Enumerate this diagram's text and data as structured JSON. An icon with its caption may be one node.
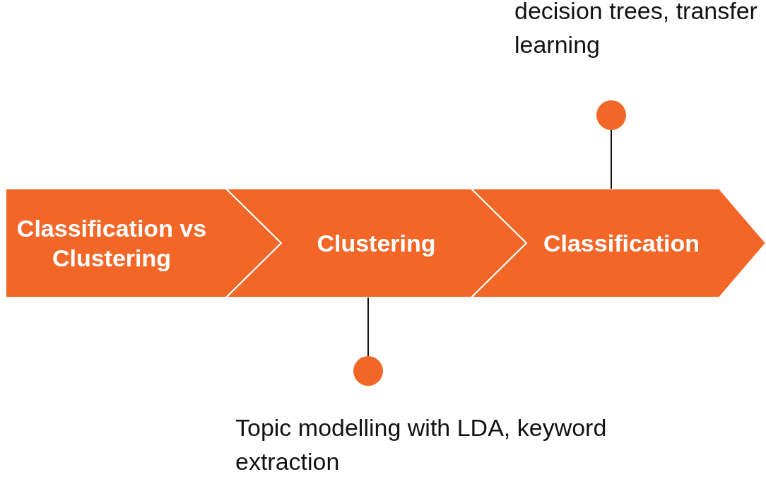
{
  "diagram": {
    "nodes": [
      {
        "text": [
          "Classification vs Clustering"
        ]
      },
      {
        "text": [
          "Clustering"
        ]
      },
      {
        "text": [
          "Classification"
        ]
      },
      {
        "text": [],
        "shape": "circle",
        "beside": [
          "decision trees, transfer learning"
        ]
      },
      {
        "text": [],
        "shape": "circle",
        "beside": [
          "Topic modelling with LDA, keyword extraction"
        ]
      }
    ],
    "edges": [
      {
        "from": 2,
        "to": 3,
        "arrow": "none"
      },
      {
        "from": 1,
        "to": 4,
        "arrow": "none"
      }
    ]
  }
}
